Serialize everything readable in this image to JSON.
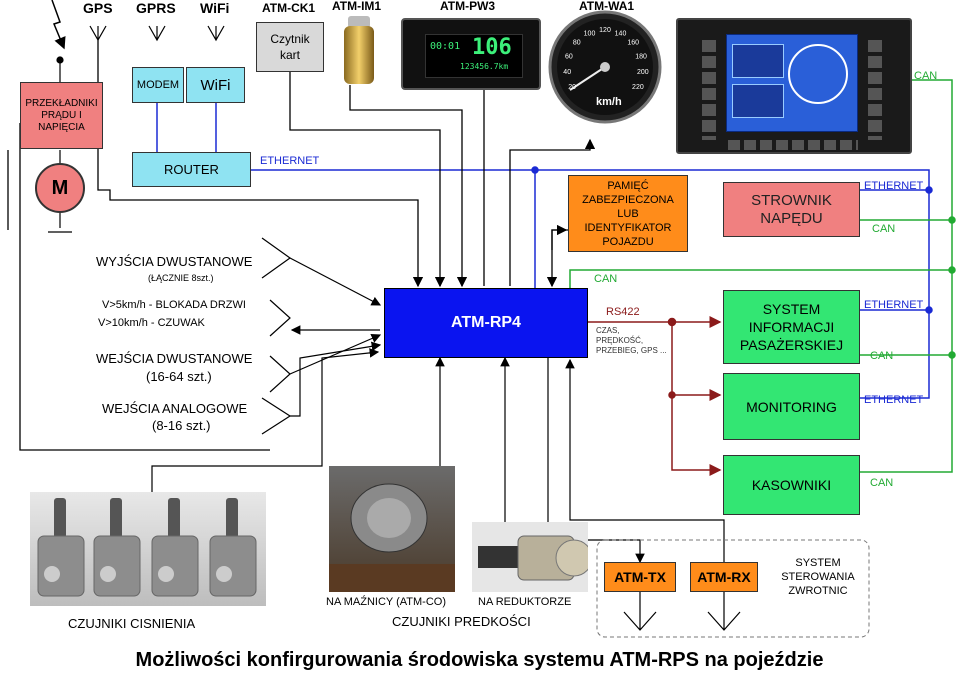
{
  "title": "Możliwości konfirgurowania środowiska systemu ATM-RPS na pojeździe",
  "top_labels": {
    "gps": "GPS",
    "gprs": "GPRS",
    "wifi_ant": "WiFi",
    "atm_ck1": "ATM-CK1",
    "atm_im1": "ATM-IM1",
    "atm_pw3": "ATM-PW3",
    "atm_wa1": "ATM-WA1"
  },
  "boxes": {
    "przekladniki": "PRZEKŁADNIKI PRĄDU I NAPIĘCIA",
    "modem": "MODEM",
    "wifi": "WiFi",
    "czytnik": "Czytnik kart",
    "router": "ROUTER",
    "motor": "M",
    "pamiec": "PAMIĘĆ ZABEZPIECZONA LUB IDENTYFIKATOR POJAZDU",
    "strownik": "STROWNIK NAPĘDU",
    "main": "ATM-RP4",
    "system_info": "SYSTEM INFORMACJI PASAŻERSKIEJ",
    "monitoring": "MONITORING",
    "kasowniki": "KASOWNIKI",
    "atm_tx": "ATM-TX",
    "atm_rx": "ATM-RX",
    "zwrotnic": "SYSTEM STEROWANIA ZWROTNIC"
  },
  "bus_labels": {
    "ethernet_router": "ETHERNET",
    "can_top": "CAN",
    "ethernet_strownik": "ETHERNET",
    "can_strownik": "CAN",
    "can_mid": "CAN",
    "rs422": "RS422",
    "rs422_sub": "CZAS, PRĘDKOŚĆ, PRZEBIEG, GPS ...",
    "ethernet_spi": "ETHERNET",
    "can_spi": "CAN",
    "ethernet_mon": "ETHERNET",
    "can_kas": "CAN"
  },
  "left_labels": {
    "wyjscia": "WYJŚCIA DWUSTANOWE",
    "wyjscia_sub": "(ŁĄCZNIE 8szt.)",
    "blokada": "V>5km/h - BLOKADA DRZWI",
    "czuwak": "V>10km/h - CZUWAK",
    "wejscia": "WEJŚCIA DWUSTANOWE",
    "wejscia_sub": "(16-64 szt.)",
    "analog": "WEJŚCIA ANALOGOWE",
    "analog_sub": "(8-16 szt.)"
  },
  "sensor_labels": {
    "cisnienia": "CZUJNIKI CISNIENIA",
    "maznicy": "NA MAŹNICY (ATM-CO)",
    "reduktorze": "NA REDUKTORZE",
    "predkosci": "CZUJNIKI PREDKOŚCI"
  },
  "display": {
    "pw3_left": "00:01",
    "pw3_speed": "106",
    "pw3_odo": "123456.7km",
    "wa1_unit": "km/h",
    "wa1_ticks": [
      "20",
      "40",
      "60",
      "80",
      "100",
      "120",
      "140",
      "160",
      "180",
      "200",
      "220"
    ]
  },
  "colors": {
    "main_blue": "#0a14f0",
    "pink": "#f08080",
    "cyan": "#8fe3f2",
    "orange": "#ff8c1a",
    "green": "#33e673",
    "bus_blue": "#1a2ad4",
    "bus_green": "#22aa33",
    "rs422_red": "#8b1a1a"
  }
}
